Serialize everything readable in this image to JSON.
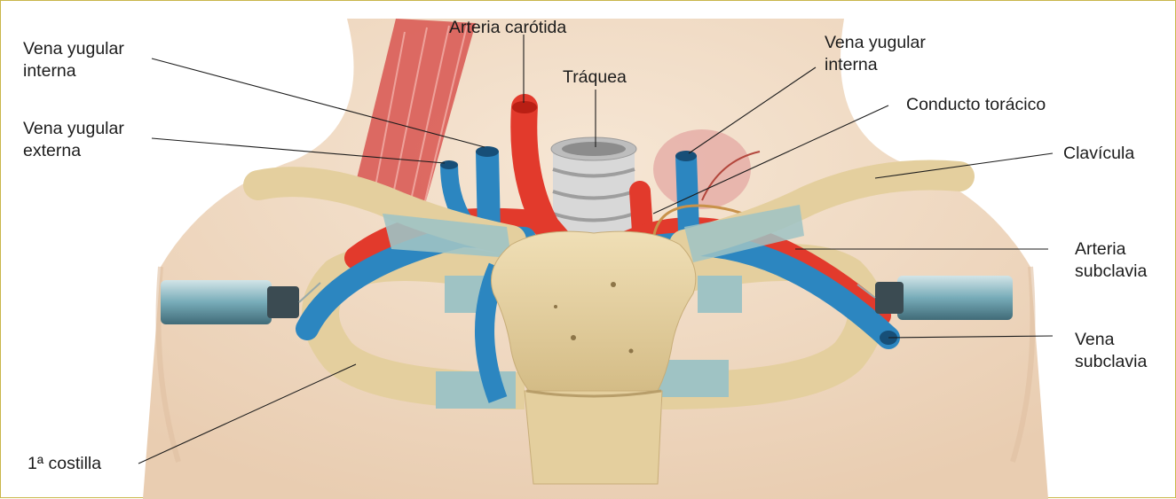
{
  "colors": {
    "skin": "#f1dcc6",
    "bone": "#e4cf9e",
    "cartilage": "#9fc3c4",
    "artery": "#e23a2c",
    "vein": "#2c86c0",
    "muscle": "#d85550",
    "trachea": "#d8d8d8",
    "frame": "#c9b64a"
  },
  "labels": {
    "arteria_carotida": "Arteria carótida",
    "traquea": "Tráquea",
    "vena_yugular_interna_left": [
      "Vena yugular",
      "interna"
    ],
    "vena_yugular_externa": [
      "Vena yugular",
      "externa"
    ],
    "vena_yugular_interna_right": [
      "Vena yugular",
      "interna"
    ],
    "conducto_toracico": "Conducto torácico",
    "clavicula": "Clavícula",
    "arteria_subclavia": [
      "Arteria",
      "subclavia"
    ],
    "vena_subclavia": [
      "Vena",
      "subclavia"
    ],
    "primera_costilla": "1ª costilla"
  }
}
